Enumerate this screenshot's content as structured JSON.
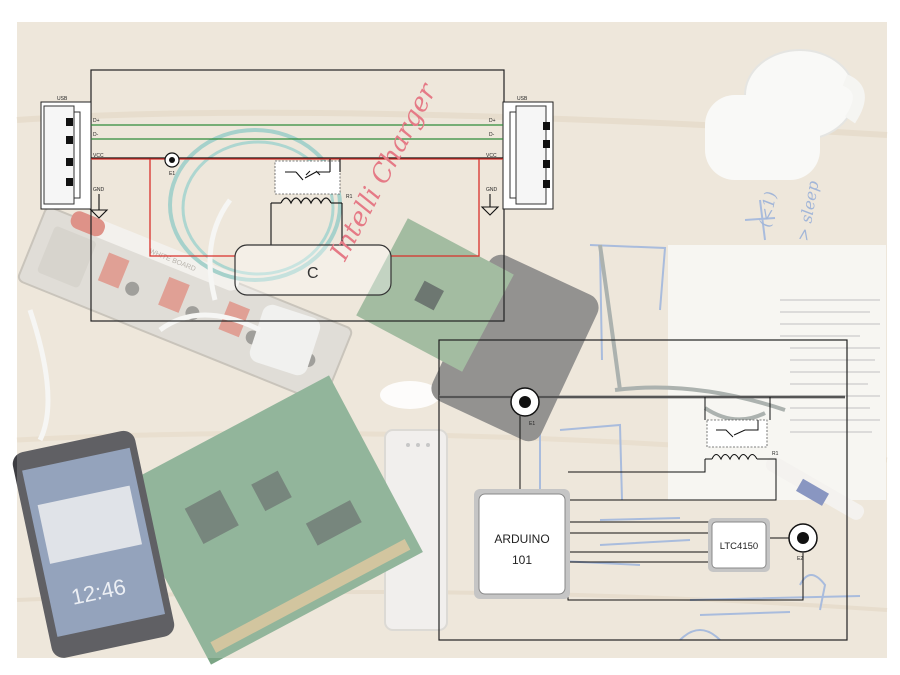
{
  "top_diagram": {
    "left_usb": {
      "label": "USB",
      "pins": [
        "D+",
        "D-",
        "VCC",
        "GND"
      ]
    },
    "right_usb": {
      "label": "USB",
      "pins": [
        "D+",
        "D-",
        "VCC",
        "GND"
      ]
    },
    "e1_label": "E1",
    "relay_label": "R1",
    "capacitor_label": "C",
    "handwriting": "Intelli Charger"
  },
  "bottom_diagram": {
    "arduino_line1": "ARDUINO",
    "arduino_line2": "101",
    "ltc_label": "LTC4150",
    "e1_label": "E1",
    "e2_label": "E2",
    "relay_label": "R1"
  },
  "background": {
    "phone_clock": "12:46",
    "board_label": "WHITE BOARD",
    "note_text": "(<1)",
    "note_text2": "> sleep"
  },
  "colors": {
    "desk": "#e9dfd0",
    "wire_green": "#2e8b3a",
    "wire_red": "#d9302b",
    "wire_black": "#111111",
    "board_green": "#6a9a76",
    "handwriting_red": "#e57a86"
  }
}
